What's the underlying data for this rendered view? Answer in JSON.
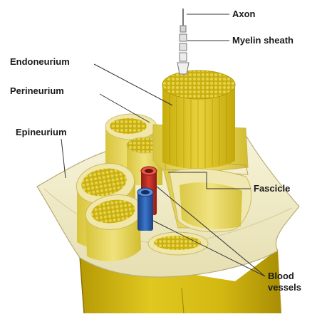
{
  "labels": {
    "axon": "Axon",
    "myelin_sheath": "Myelin sheath",
    "endoneurium": "Endoneurium",
    "perineurium": "Perineurium",
    "epineurium": "Epineurium",
    "fascicle": "Fascicle",
    "blood_vessels_line1": "Blood",
    "blood_vessels_line2": "vessels"
  },
  "colors": {
    "fascicle_yellow": "#d9c20f",
    "fascicle_light": "#ede27a",
    "epineurium_cream": "#f1ecc6",
    "artery_red": "#c8322a",
    "vein_blue": "#2c62b4",
    "leader_line": "#333333"
  }
}
